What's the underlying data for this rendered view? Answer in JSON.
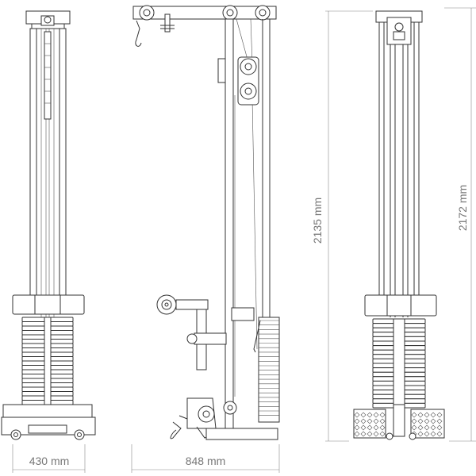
{
  "dimensions": {
    "width_front": "430 mm",
    "width_side": "848 mm",
    "height_side": "2135 mm",
    "height_rear": "2172 mm"
  },
  "colors": {
    "line": "#333333",
    "dimension": "#888888",
    "background": "#ffffff"
  }
}
